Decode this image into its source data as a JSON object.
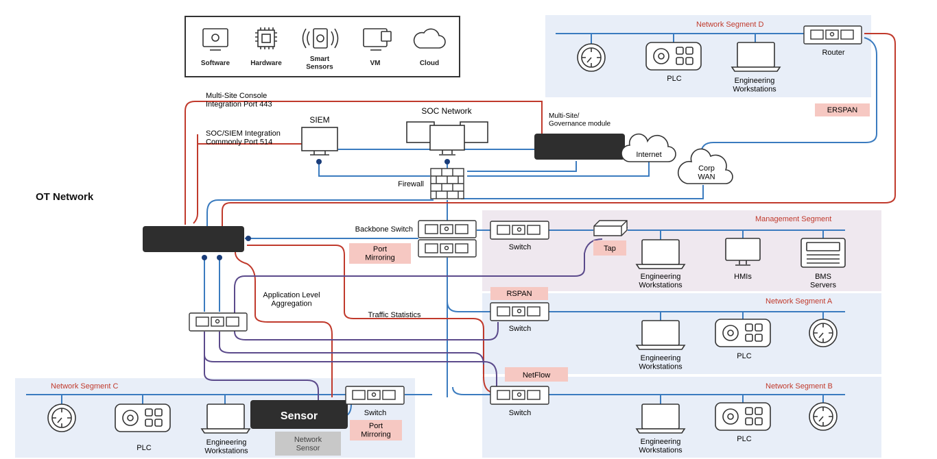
{
  "legend": {
    "items": [
      "Software",
      "Hardware",
      "Smart\nSensors",
      "VM",
      "Cloud"
    ]
  },
  "title": "OT Network",
  "segments": {
    "d": "Network Segment D",
    "management": "Management Segment",
    "a": "Network Segment A",
    "b": "Network Segment B",
    "c": "Network Segment C"
  },
  "labels": {
    "router": "Router",
    "erspan": "ERSPAN",
    "soc_network": "SOC Network",
    "siem": "SIEM",
    "multisite_console": "Multi-Site Console\nIntegration Port 443",
    "soc_siem": "SOC/SIEM Integration\nCommonly Port 514",
    "multisite_module": "Multi-Site/\nGovernance module",
    "internet": "Internet",
    "corp_wan": "Corp\nWAN",
    "firewall": "Firewall",
    "backbone_switch": "Backbone Switch",
    "port_mirroring": "Port\nMirroring",
    "switch": "Switch",
    "tap": "Tap",
    "rspan": "RSPAN",
    "netflow": "NetFlow",
    "app_level_aggregation": "Application Level\nAggregation",
    "traffic_statistics": "Traffic Statistics",
    "sensor": "Sensor",
    "network_sensor": "Network\nSensor",
    "plc": "PLC",
    "eng_ws": "Engineering\nWorkstations",
    "hmis": "HMIs",
    "bms_servers": "BMS\nServers"
  },
  "colors": {
    "blue_line": "#3a7bbf",
    "red_line": "#c0392b",
    "purple_line": "#5b4a8b",
    "dark_box": "#2e2e2e",
    "segment_blue_bg": "#e8eef8",
    "segment_mgmt_bg": "#efe8ef",
    "pink_badge": "#f6c8c2",
    "segment_title": "#c0392b"
  }
}
